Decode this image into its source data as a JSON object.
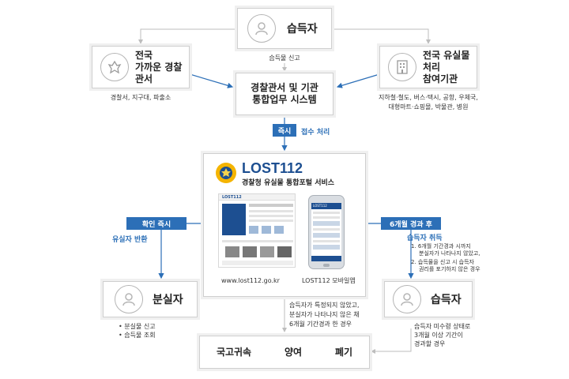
{
  "finder_top": {
    "title": "습득자",
    "caption": "습득물 신고"
  },
  "police_station": {
    "title_line1": "전국",
    "title_line2": "가까운 경찰관서",
    "caption": "경찰서, 지구대, 파출소"
  },
  "lost_item_agency": {
    "title_line1": "전국 유실물 처리",
    "title_line2": "참여기관",
    "caption_line1": "지하철·철도, 버스·택시, 공항, 우체국,",
    "caption_line2": "대형마트·쇼핑몰, 박물관, 병원"
  },
  "integrated_system": {
    "title_line1": "경찰관서 및 기관",
    "title_line2": "통합업무 시스템"
  },
  "immediate": {
    "tag": "즉시",
    "label": "접수 처리"
  },
  "portal": {
    "logo_text": "LOST112",
    "subtitle": "경찰청 유실물 통합포털 서비스",
    "web_caption": "www.lost112.go.kr",
    "mobile_caption": "LOST112 모바일앱",
    "web_logo": "LOST112",
    "mobile_header": "LOST112"
  },
  "confirm": {
    "tag": "확인 즉시",
    "label": "유실자 반환"
  },
  "six_months": {
    "tag": "6개월 경과 후",
    "label": "습득자 취득",
    "note1_line1": "1. 6개월 기간경과 시까지",
    "note1_line2": "분실자가 나타나지 않았고,",
    "note2_line1": "2. 습득물을 신고 시 습득자",
    "note2_line2": "권리를 포기하지 않은 경우"
  },
  "owner": {
    "title": "분실자",
    "items": [
      "분실물 신고",
      "습득물 조회"
    ]
  },
  "finder_bottom": {
    "title": "습득자",
    "note_line1": "습득자 미수령 상태로",
    "note_line2": "3개월 이상 기간이",
    "note_line3": "경과할 경우"
  },
  "center_note": {
    "line1": "습득자가 특정되지 않았고,",
    "line2": "분실자가 나타나지 않은 채",
    "line3": "6개월 기간경과 한 경우"
  },
  "outcome": {
    "items": [
      "국고귀속",
      "양여",
      "폐기"
    ]
  },
  "colors": {
    "accent": "#2c6fb7",
    "border": "#cfcfcf",
    "line": "#bdbdbd"
  }
}
